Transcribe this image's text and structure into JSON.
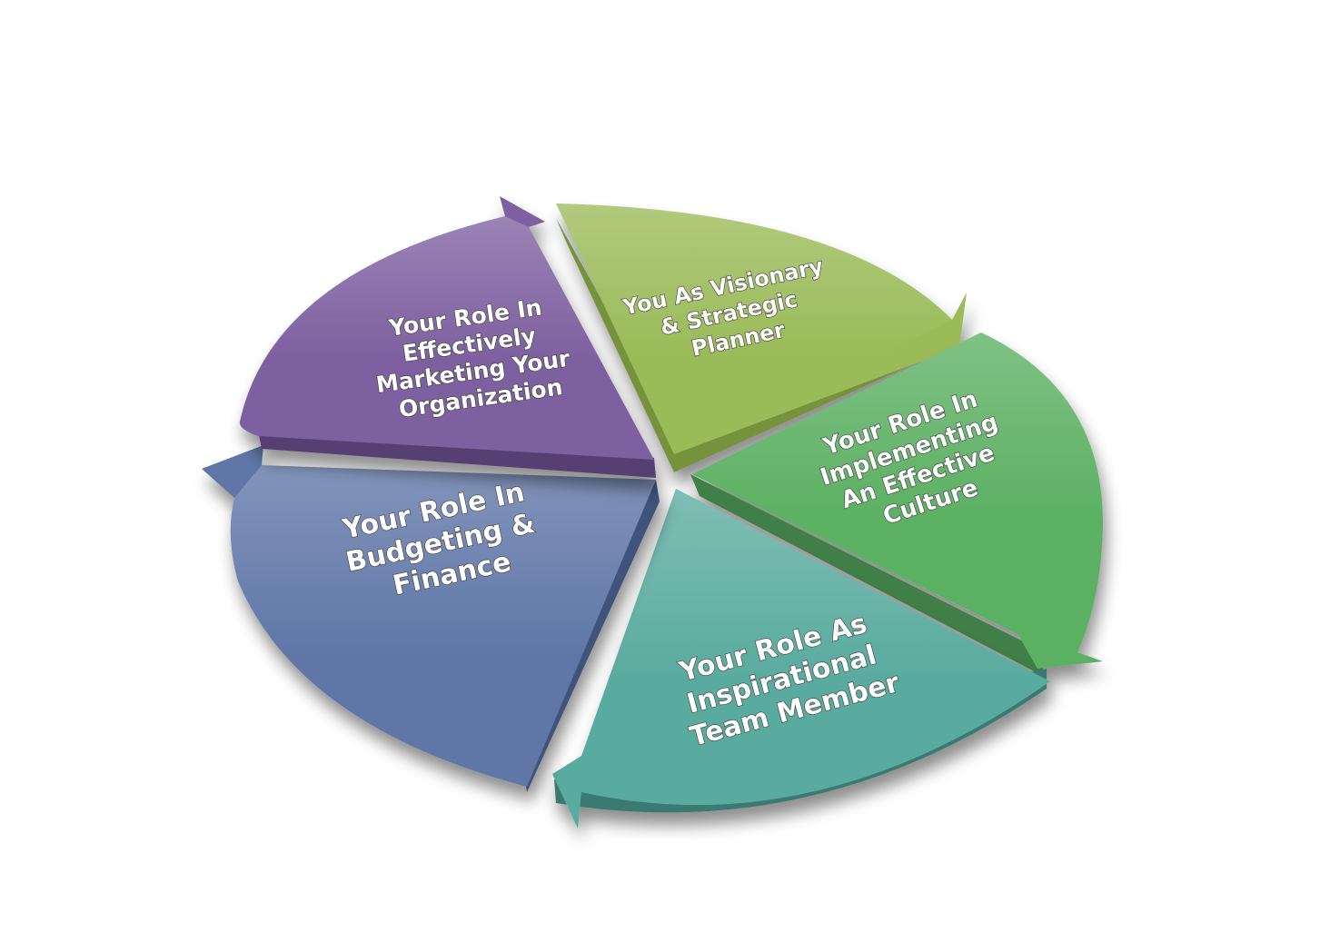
{
  "diagram": {
    "type": "cycle-pie",
    "segments": [
      {
        "id": "visionary",
        "lines": [
          "You As Visionary",
          "& Strategic",
          "Planner"
        ],
        "color": "#9bbb59",
        "side_color": "#76923c"
      },
      {
        "id": "culture",
        "lines": [
          "Your Role In",
          "Implementing",
          "An Effective",
          "Culture"
        ],
        "color": "#5bb062",
        "side_color": "#3f7f46"
      },
      {
        "id": "team-member",
        "lines": [
          "Your Role As",
          "Inspirational",
          "Team Member"
        ],
        "color": "#5aab9f",
        "side_color": "#3b7a72"
      },
      {
        "id": "budgeting",
        "lines": [
          "Your Role In",
          "Budgeting &",
          "Finance"
        ],
        "color": "#5f76a7",
        "side_color": "#41537a"
      },
      {
        "id": "marketing",
        "lines": [
          "Your Role In",
          "Effectively",
          "Marketing Your",
          "Organization"
        ],
        "color": "#7d60a0",
        "side_color": "#573f73"
      }
    ]
  }
}
